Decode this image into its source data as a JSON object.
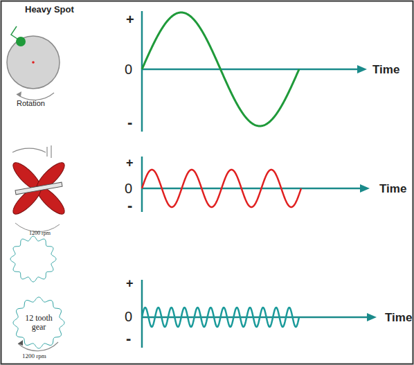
{
  "diagram": {
    "nodes": [
      {
        "text": [
          "12 tooth gear"
        ]
      }
    ],
    "labels": [
      "Heavy Spot",
      "+",
      "0",
      "Time",
      "Rotation",
      "-",
      "+",
      "0",
      "Time",
      "-",
      "1200 rpm",
      "+",
      "0",
      "Time",
      "-",
      "1200 rpm"
    ]
  }
}
